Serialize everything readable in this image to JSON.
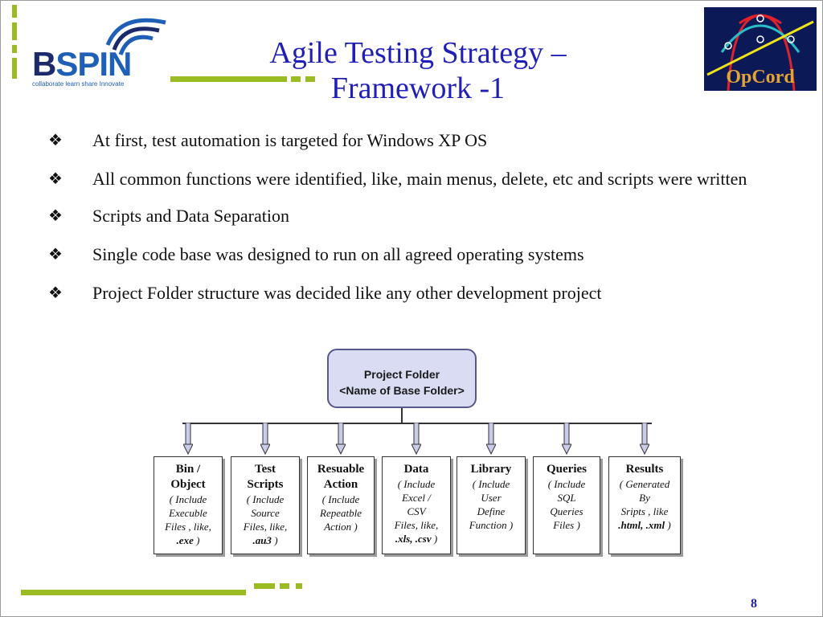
{
  "logo": {
    "name_b": "B",
    "name_rest": "SPIN",
    "tagline": "collaborate learn share Innovate"
  },
  "title": {
    "line1": "Agile Testing Strategy –",
    "line2": "Framework -1"
  },
  "opcord": {
    "label": "OpCord"
  },
  "bullets": [
    "At first, test automation is targeted  for Windows XP OS",
    "All common functions were identified, like, main menus, delete, etc and scripts were written",
    "Scripts and Data Separation",
    "Single code base was designed to run on all agreed operating systems",
    "Project Folder structure was decided like any other development project"
  ],
  "bullet_glyph": "❖",
  "diagram": {
    "root": {
      "line1": "Project Folder",
      "line2": "<Name of Base Folder>"
    },
    "children": [
      {
        "title": [
          "Bin /",
          "Object"
        ],
        "desc": [
          "( Include",
          "Execuble",
          "Files , like,"
        ],
        "emph": ".exe",
        "tail": " )"
      },
      {
        "title": [
          "Test",
          "Scripts"
        ],
        "desc": [
          "( Include",
          "Source",
          "Files, like,"
        ],
        "emph": ".au3",
        "tail": " )"
      },
      {
        "title": [
          "Resuable",
          "Action"
        ],
        "desc": [
          "( Include",
          "Repeatble",
          "Action )"
        ],
        "emph": "",
        "tail": ""
      },
      {
        "title": [
          "Data"
        ],
        "desc": [
          "( Include",
          "Excel /",
          "CSV",
          "Files, like,"
        ],
        "emph": ".xls, .csv",
        "tail": " )"
      },
      {
        "title": [
          "Library"
        ],
        "desc": [
          "( Include",
          "User",
          "Define",
          "Function )"
        ],
        "emph": "",
        "tail": ""
      },
      {
        "title": [
          "Queries"
        ],
        "desc": [
          "( Include",
          "SQL",
          "Queries",
          "Files )"
        ],
        "emph": "",
        "tail": ""
      },
      {
        "title": [
          "Results"
        ],
        "desc": [
          "( Generated",
          "By",
          "Sripts , like"
        ],
        "emph": ".html, .xml",
        "tail": " )"
      }
    ]
  },
  "page_number": "8",
  "colors": {
    "accent_green": "#9bbb24",
    "title_blue": "#1f1fb8",
    "logo_navy": "#0b1a57"
  }
}
